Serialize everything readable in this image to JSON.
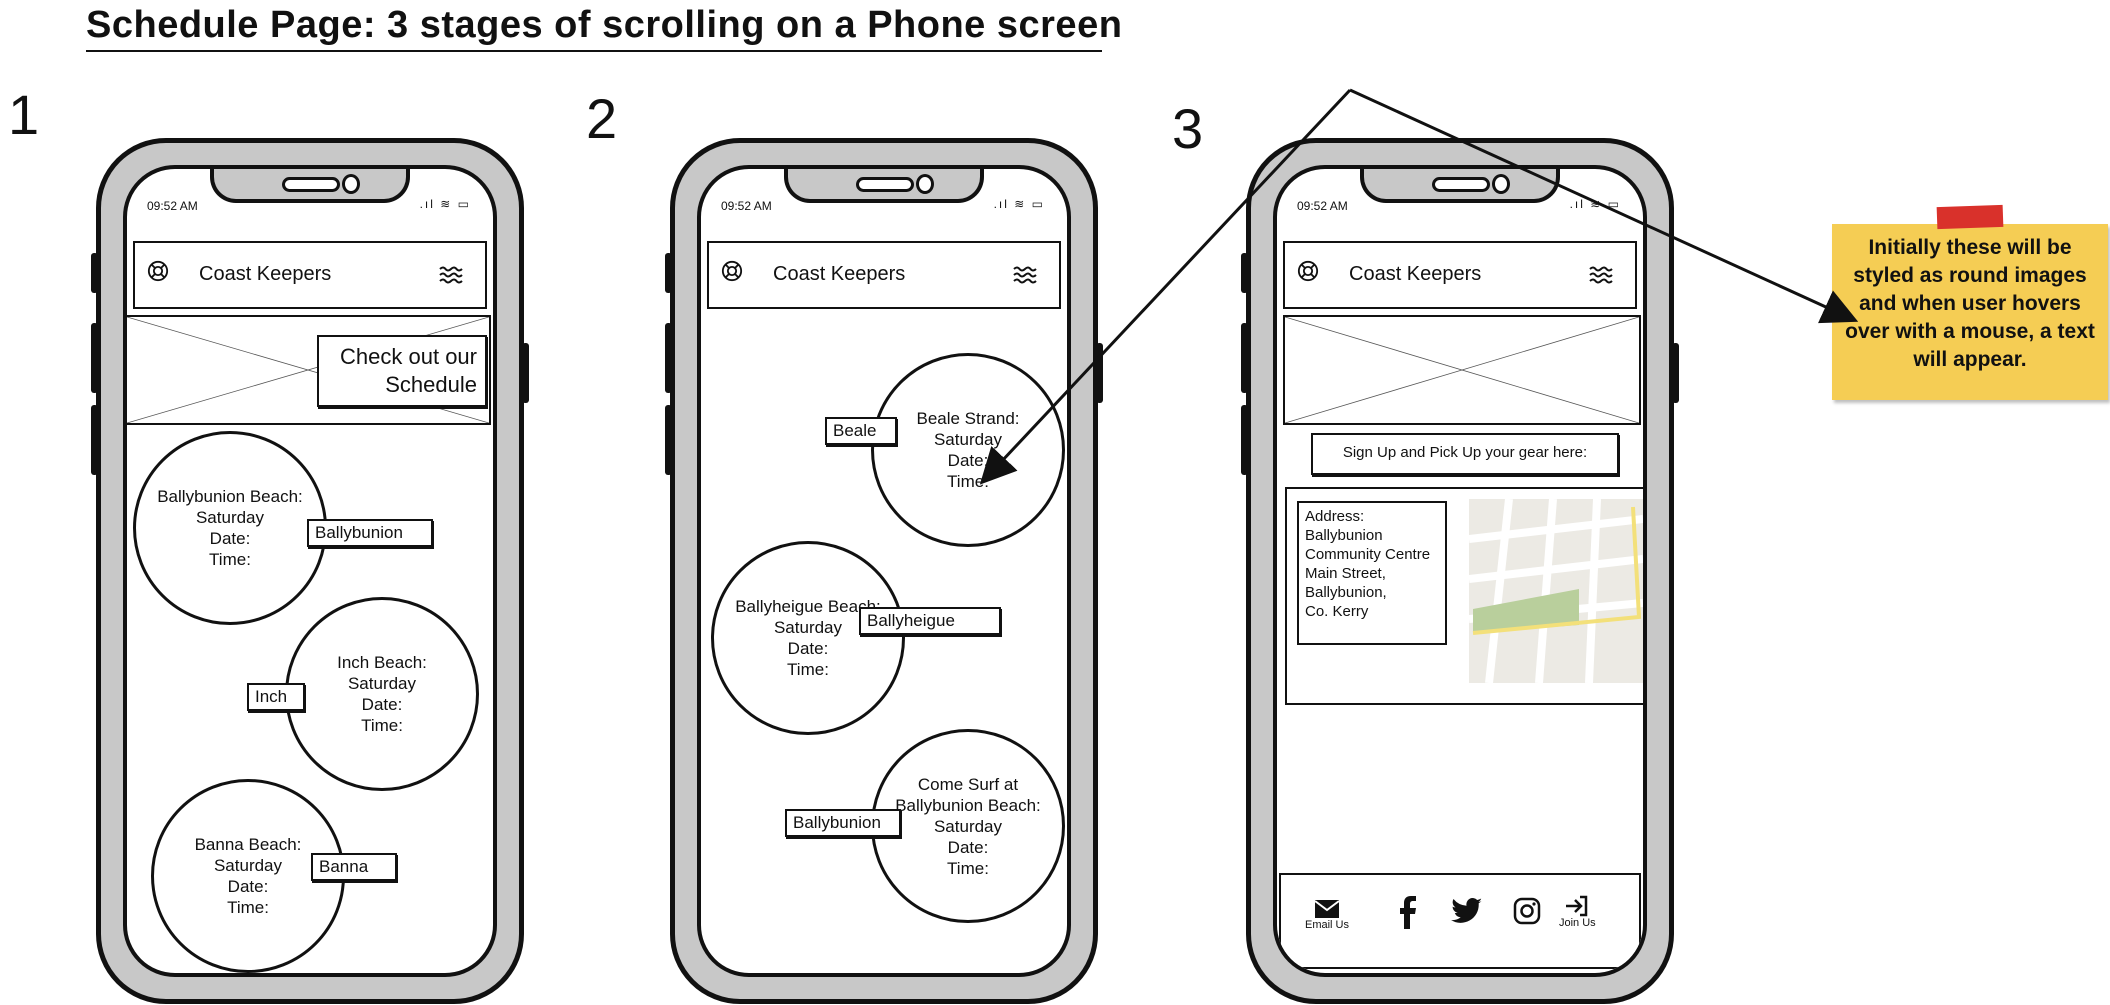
{
  "title": "Schedule Page: 3 stages of scrolling on a Phone screen",
  "stages": [
    "1",
    "2",
    "3"
  ],
  "phone": {
    "time": "09:52 AM",
    "brand": "Coast Keepers"
  },
  "stage1": {
    "callout": "Check out our\nSchedule",
    "circles": [
      {
        "text": "Ballybunion Beach:\nSaturday\nDate:\nTime:",
        "tag": "Ballybunion"
      },
      {
        "text": "Inch Beach:\nSaturday\nDate:\nTime:",
        "tag": "Inch"
      },
      {
        "text": "Banna Beach:\nSaturday\nDate:\nTime:",
        "tag": "Banna"
      }
    ]
  },
  "stage2": {
    "circles": [
      {
        "text": "Beale Strand:\nSaturday\nDate:\nTime:",
        "tag": "Beale"
      },
      {
        "text": "Ballyheigue Beach:\nSaturday\nDate:\nTime:",
        "tag": "Ballyheigue"
      },
      {
        "text": "Come Surf at\nBallybunion Beach:\nSaturday\nDate:\nTime:",
        "tag": "Ballybunion"
      }
    ]
  },
  "stage3": {
    "signup": "Sign Up and Pick Up your gear here:",
    "address": [
      "Address:",
      "Ballybunion",
      "Community Centre",
      "Main Street,",
      "Ballybunion,",
      "Co. Kerry"
    ],
    "footer": {
      "email": "Email Us",
      "join": "Join Us"
    }
  },
  "note": "Initially these will be styled as round images and when user hovers over with a mouse, a text will appear.",
  "colors": {
    "sticky": "#f5cd54",
    "tape": "#d9312b",
    "phone_frame": "#c8c8c8",
    "map_bg": "#eceae4",
    "map_park": "#b9cf9c",
    "map_road": "#f3e07a"
  }
}
